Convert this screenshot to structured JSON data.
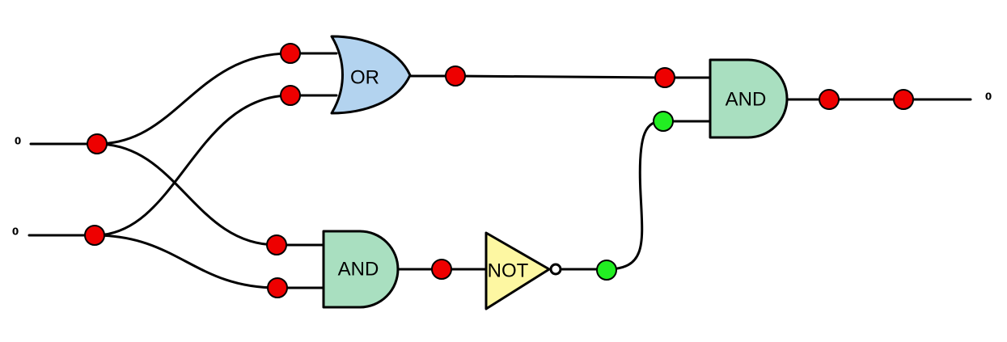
{
  "colors": {
    "wire": "#000000",
    "node_off": "#ee0000",
    "node_on": "#22ee22",
    "or_gate": "#b3d3ef",
    "and_gate": "#a9dfc0",
    "not_gate": "#fdf7a2"
  },
  "inputs": [
    {
      "id": "A",
      "value": "0"
    },
    {
      "id": "B",
      "value": "0"
    }
  ],
  "output": {
    "value": "0"
  },
  "gates": {
    "or1": {
      "type": "OR",
      "label": "OR"
    },
    "and1": {
      "type": "AND",
      "label": "AND"
    },
    "not1": {
      "type": "NOT",
      "label": "NOT"
    },
    "and2": {
      "type": "AND",
      "label": "AND"
    }
  },
  "nodes": {
    "in_a": {
      "state": "off"
    },
    "in_b": {
      "state": "off"
    },
    "or1_in1": {
      "state": "off"
    },
    "or1_in2": {
      "state": "off"
    },
    "or1_out": {
      "state": "off"
    },
    "and1_in1": {
      "state": "off"
    },
    "and1_in2": {
      "state": "off"
    },
    "and1_out": {
      "state": "off"
    },
    "not1_out": {
      "state": "on"
    },
    "and2_in1": {
      "state": "off"
    },
    "and2_in2": {
      "state": "on"
    },
    "and2_out": {
      "state": "off"
    },
    "out_node": {
      "state": "off"
    }
  }
}
